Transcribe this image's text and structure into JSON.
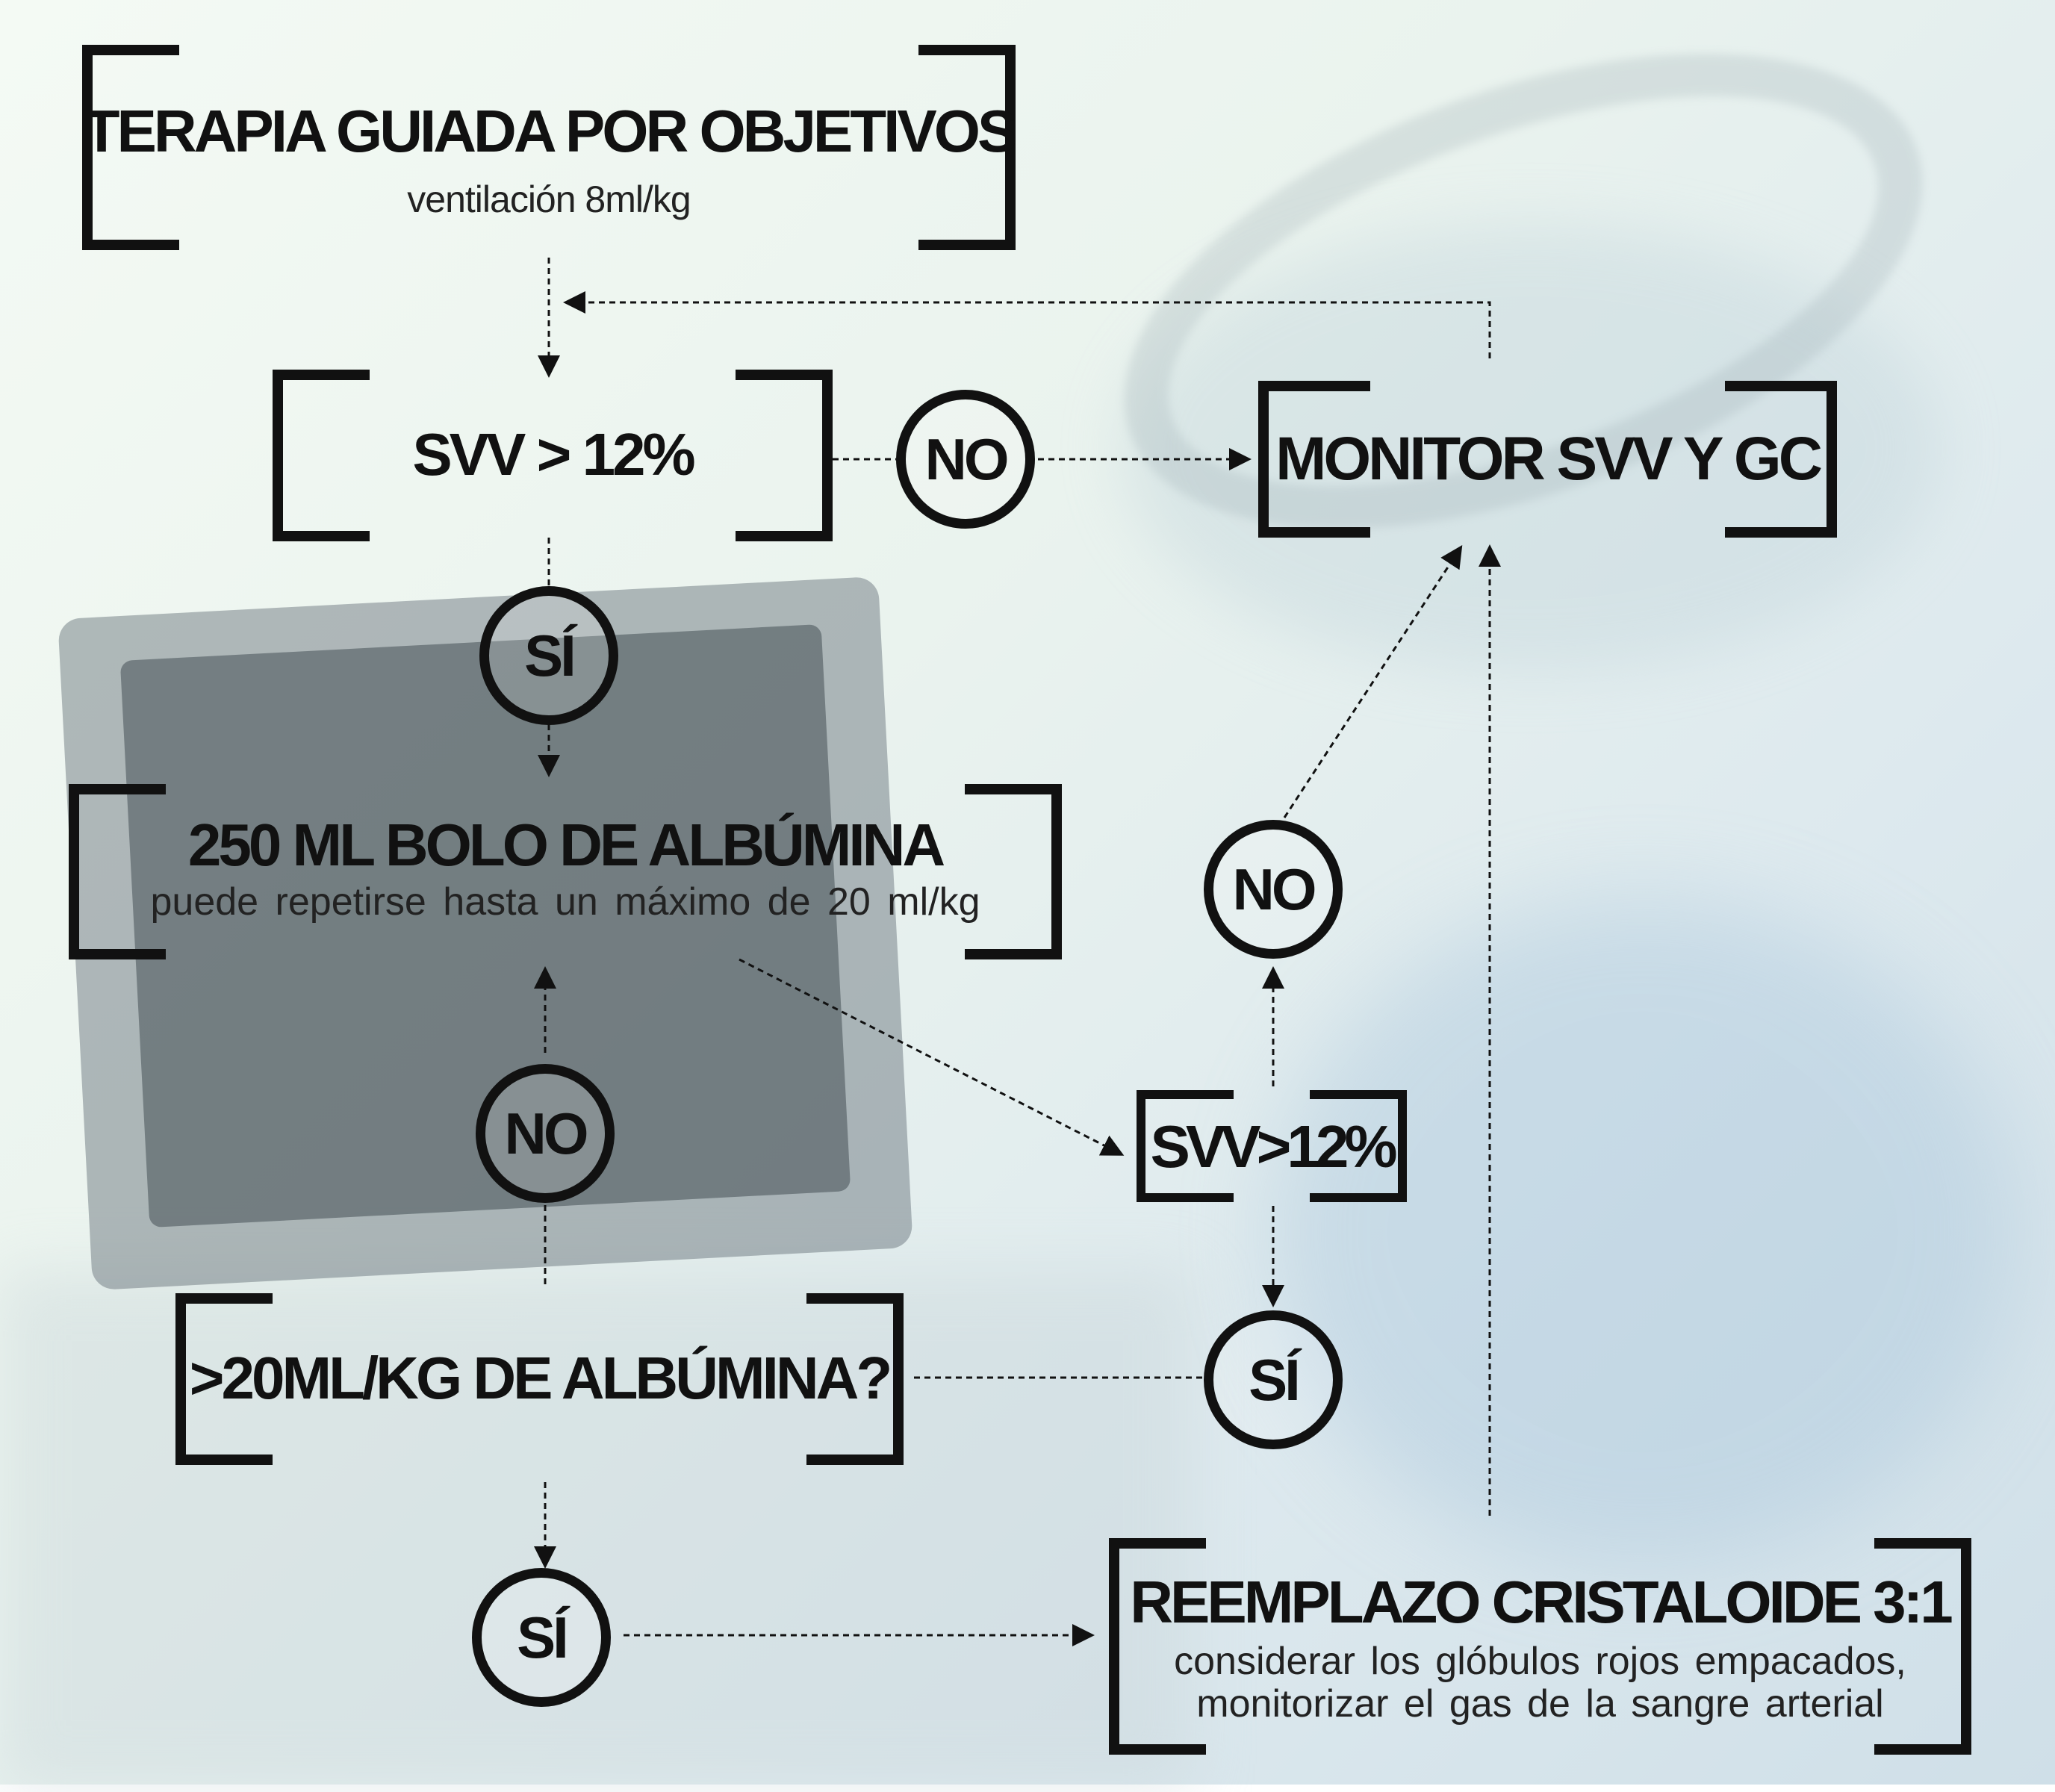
{
  "nodes": {
    "start": {
      "title": "TERAPIA GUIADA POR OBJETIVOS",
      "subtitle": "ventilación 8ml/kg"
    },
    "svv_check_1": {
      "title": "SVV > 12%"
    },
    "monitor": {
      "title": "MONITOR SVV Y GC"
    },
    "bolus": {
      "title": "250 ML BOLO DE ALBÚMINA",
      "subtitle": "puede repetirse hasta un máximo de 20 ml/kg"
    },
    "svv_check_2": {
      "title": "SVV>12%"
    },
    "albumin_check": {
      "title": ">20ML/KG DE ALBÚMINA?"
    },
    "crystalloid": {
      "title": "REEMPLAZO CRISTALOIDE 3:1",
      "subtitle_line1": "considerar los glóbulos rojos empacados,",
      "subtitle_line2": "monitorizar el gas de la sangre arterial"
    }
  },
  "decisions": {
    "no_1": "NO",
    "si_1": "SÍ",
    "no_2": "NO",
    "no_3": "NO",
    "si_2": "SÍ",
    "si_3": "SÍ"
  },
  "colors": {
    "ink": "#111111"
  }
}
